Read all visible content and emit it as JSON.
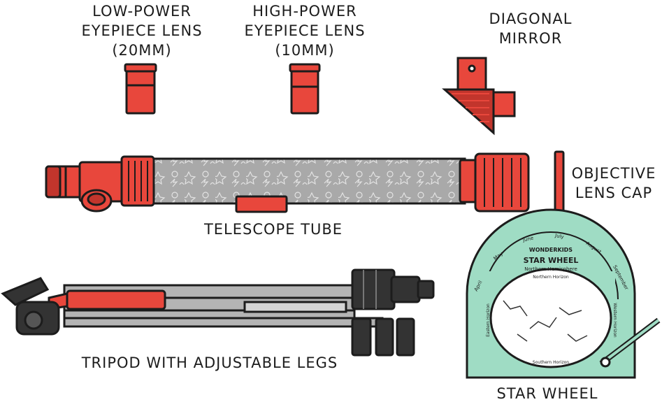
{
  "labels": {
    "low_power": [
      "Low-Power",
      "Eyepiece Lens",
      "(20mm)"
    ],
    "high_power": [
      "High-Power",
      "Eyepiece Lens",
      "(10mm)"
    ],
    "diagonal_mirror": [
      "Diagonal",
      "Mirror"
    ],
    "objective_lens_cap": [
      "Objective",
      "Lens Cap"
    ],
    "telescope_tube": "Telescope Tube",
    "tripod": "Tripod with Adjustable Legs",
    "star_wheel": "Star Wheel"
  },
  "star_wheel_face": {
    "brand": "WONDERKIDS",
    "title": "STAR WHEEL",
    "subtitle": "Northern Hemisphere",
    "north_horizon": "Northern Horizon",
    "south_horizon": "Southern Horizon",
    "east_horizon": "Eastern Horizon",
    "west_horizon": "Western Horizon",
    "months": [
      "April",
      "May",
      "June",
      "July",
      "August",
      "September"
    ]
  },
  "colors": {
    "red": "#e8473c",
    "red_dark": "#c2352c",
    "outline": "#1c1c1c",
    "tube_gray": "#a9a9a9",
    "leg_gray": "#b4b4b4",
    "black_part": "#333333",
    "mint": "#9fdcc4"
  }
}
